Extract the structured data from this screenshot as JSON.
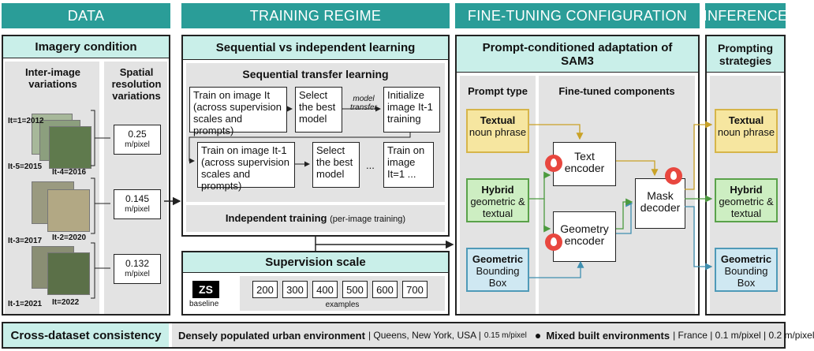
{
  "headers": {
    "data": "DATA",
    "training": "TRAINING REGIME",
    "finetune": "FINE-TUNING CONFIGURATION",
    "inference": "INFERENCE"
  },
  "data_panel": {
    "title": "Imagery condition",
    "inter_image": "Inter-image variations",
    "spatial": "Spatial resolution variations",
    "images": [
      {
        "label": "It=1=2012"
      },
      {
        "label": "It-5=2015"
      },
      {
        "label": "It-4=2016"
      },
      {
        "label": "It-3=2017"
      },
      {
        "label": "It-2=2020"
      },
      {
        "label": "It-1=2021"
      },
      {
        "label": "It=2022"
      }
    ],
    "resolutions": [
      {
        "value": "0.25",
        "unit": "m/pixel"
      },
      {
        "value": "0.145",
        "unit": "m/pixel"
      },
      {
        "value": "0.132",
        "unit": "m/pixel"
      }
    ]
  },
  "training_panel": {
    "title": "Sequential vs independent learning",
    "sequential_title": "Sequential transfer learning",
    "row1": {
      "train": "Train on image It (across supervision scales and prompts)",
      "select": "Select the best model",
      "transfer": "model transfer",
      "init": "Initialize image It-1 training"
    },
    "row2": {
      "train": "Train on image It-1 (across supervision scales and prompts)",
      "select": "Select the best model",
      "dots": "...",
      "last": "Train on image It=1 ..."
    },
    "independent_bold": "Independent training",
    "independent_note": "(per-image training)"
  },
  "supervision_panel": {
    "title": "Supervision scale",
    "zs": "ZS",
    "baseline": "baseline",
    "examples": [
      "200",
      "300",
      "400",
      "500",
      "600",
      "700"
    ],
    "examples_label": "examples"
  },
  "finetune_panel": {
    "title": "Prompt-conditioned adaptation of SAM3",
    "prompt_type": "Prompt type",
    "components": "Fine-tuned components",
    "prompts": [
      {
        "bold": "Textual",
        "text": "noun phrase"
      },
      {
        "bold": "Hybrid",
        "text": "geometric & textual"
      },
      {
        "bold": "Geometric",
        "text": "Bounding Box"
      }
    ],
    "text_encoder": "Text encoder",
    "geometry_encoder": "Geometry encoder",
    "mask_decoder": "Mask decoder"
  },
  "inference_panel": {
    "title": "Prompting strategies",
    "prompts": [
      {
        "bold": "Textual",
        "text": "noun phrase"
      },
      {
        "bold": "Hybrid",
        "text": "geometric & textual"
      },
      {
        "bold": "Geometric",
        "text": "Bounding Box"
      }
    ]
  },
  "footer": {
    "title": "Cross-dataset consistency",
    "env1": "Densely populated urban environment",
    "loc1": "| Queens, New York, USA |",
    "res1": "0.15 m/pixel",
    "env2": "Mixed built environments",
    "loc2": "| France | 0.1 m/pixel | 0.2 m/pixel"
  },
  "colors": {
    "teal": "#2a9d98",
    "mint": "#c9efe9",
    "textual": "#f6e6a0",
    "hybrid": "#cdeec2",
    "geometric": "#cfe8f2"
  }
}
